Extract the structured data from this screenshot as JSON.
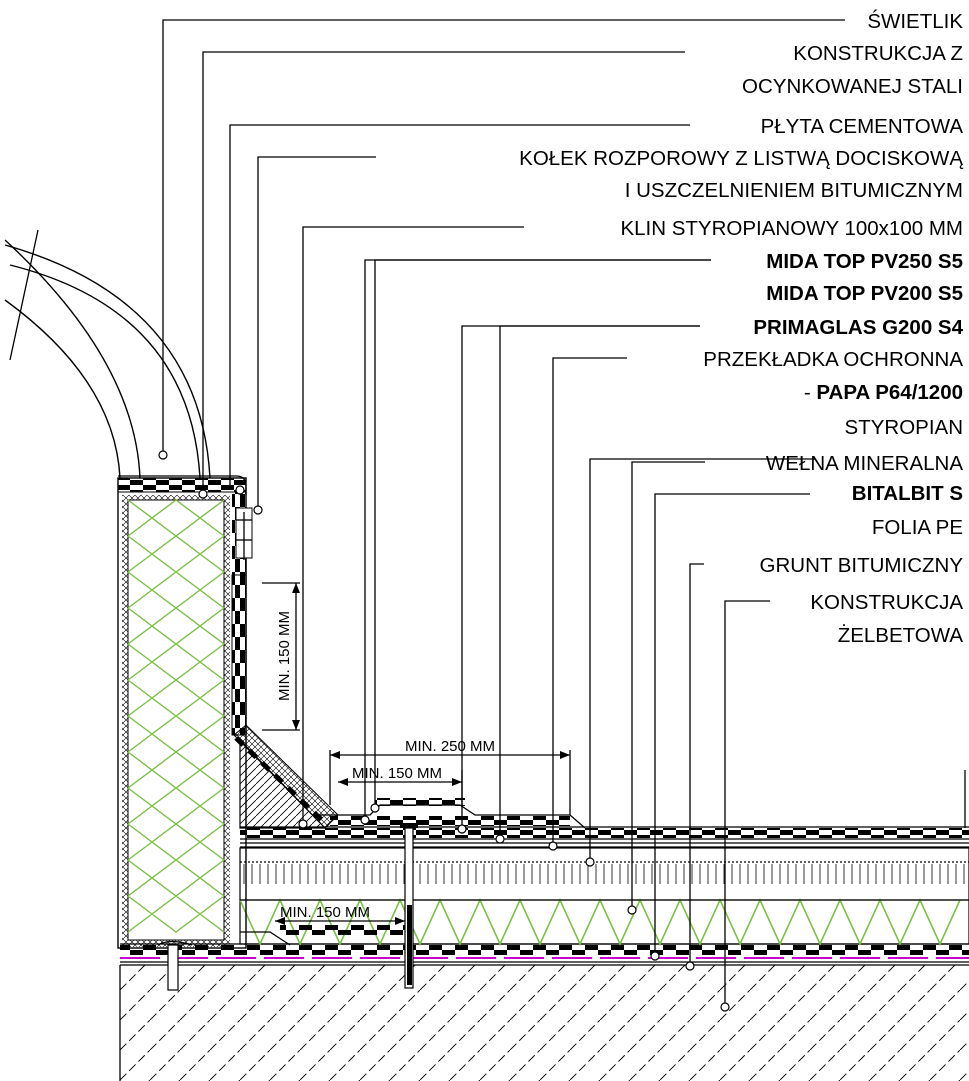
{
  "labels": {
    "swietlik": "ŚWIETLIK",
    "konstrukcja_1": "KONSTRUKCJA Z",
    "konstrukcja_2": "OCYNKOWANEJ STALI",
    "plyta": "PŁYTA CEMENTOWA",
    "kolek_1": "KOŁEK ROZPOROWY Z LISTWĄ DOCISKOWĄ",
    "kolek_2": "I USZCZELNIENIEM BITUMICZNYM",
    "klin": "KLIN STYROPIANOWY 100x100 MM",
    "mida250": "MIDA TOP PV250 S5",
    "mida200": "MIDA TOP PV200 S5",
    "primaglas": "PRIMAGLAS G200 S4",
    "przekladka": "PRZEKŁADKA OCHRONNA",
    "papa_dash": "- ",
    "papa": "PAPA P64/1200",
    "styropian": "STYROPIAN",
    "welna": "WEŁNA MINERALNA",
    "bitalbit": "BITALBIT S",
    "folia": "FOLIA PE",
    "grunt": "GRUNT BITUMICZNY",
    "zelbet_1": "KONSTRUKCJA",
    "zelbet_2": "ŻELBETOWA"
  },
  "dimensions": {
    "vertical": "MIN. 150 MM",
    "upper_250": "MIN. 250 MM",
    "upper_150": "MIN. 150 MM",
    "lower_150": "MIN. 150 MM"
  },
  "colors": {
    "insulation_wave": "#7ac143",
    "vapour_line": "#cc00cc"
  }
}
